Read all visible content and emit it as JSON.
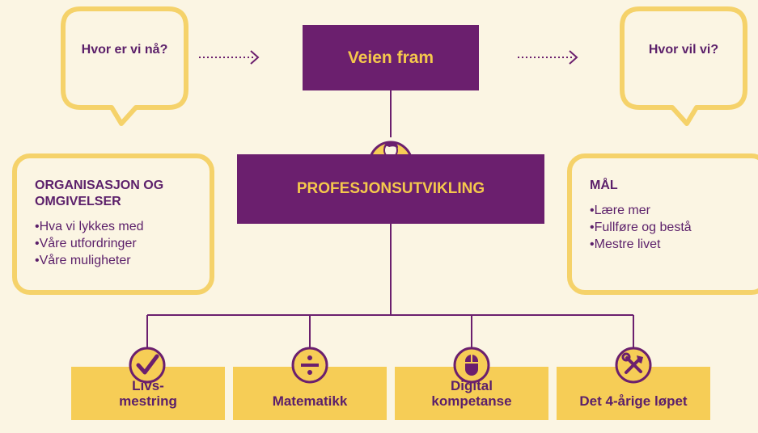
{
  "top": {
    "left_bubble": "Hvor er vi nå?",
    "center_title": "Veien fram",
    "right_bubble": "Hvor vil vi?"
  },
  "middle": {
    "main_title": "PROFESJONSUTVIKLING",
    "left_box": {
      "title": "ORGANISASJON OG OMGIVELSER",
      "items": [
        "Hva vi lykkes med",
        "Våre utfordringer",
        "Våre muligheter"
      ]
    },
    "right_box": {
      "title": "MÅL",
      "items": [
        "Lære mer",
        "Fullføre og bestå",
        "Mestre livet"
      ]
    }
  },
  "areas": [
    {
      "label": "Livs-mestring",
      "icon": "checkmark-icon"
    },
    {
      "label": "Matematikk",
      "icon": "divide-icon"
    },
    {
      "label": "Digital kompetanse",
      "icon": "mouse-icon"
    },
    {
      "label": "Det 4-årige løpet",
      "icon": "tools-icon"
    }
  ],
  "colors": {
    "background": "#fbf5e3",
    "purple": "#6b1f6e",
    "yellow": "#f6cd56",
    "yellow_outline": "#f5d26a"
  }
}
